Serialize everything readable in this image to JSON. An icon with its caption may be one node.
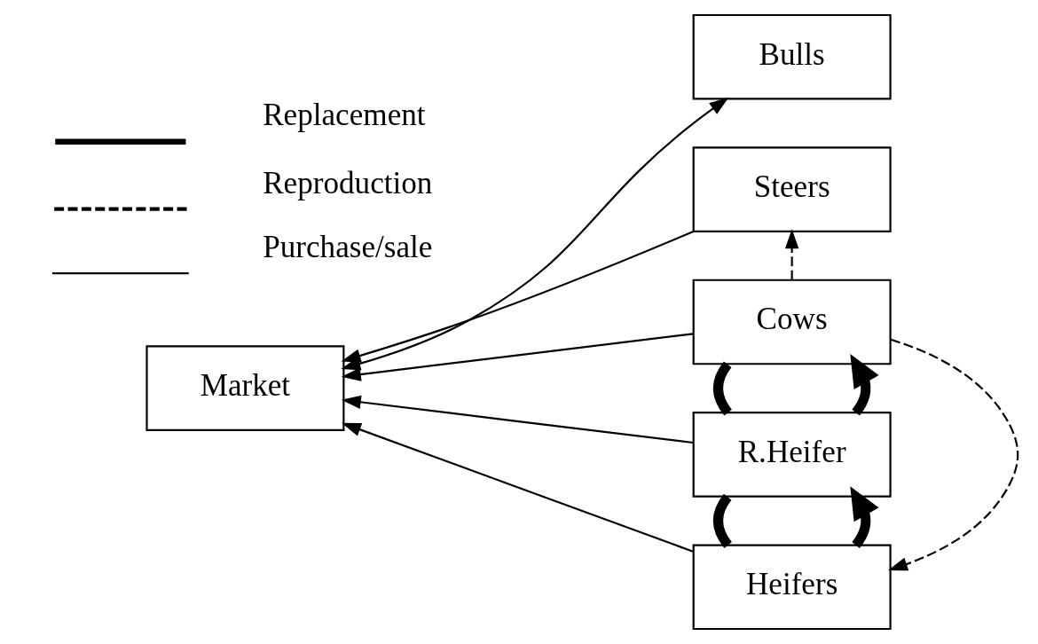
{
  "diagram": {
    "nodes": [
      {
        "text": [
          "Bulls"
        ]
      },
      {
        "text": [
          "Steers"
        ]
      },
      {
        "text": [
          "Market"
        ]
      },
      {
        "text": [
          "Cows"
        ]
      },
      {
        "text": [
          "R.Heifer"
        ]
      },
      {
        "text": [
          "Heifers"
        ]
      }
    ],
    "edges": [
      {
        "from": 2,
        "to": 0,
        "arrow": "both"
      },
      {
        "from": 1,
        "to": 2,
        "arrow": "to"
      },
      {
        "from": 3,
        "to": 2,
        "arrow": "to"
      },
      {
        "from": 4,
        "to": 2,
        "arrow": "to"
      },
      {
        "from": 5,
        "to": 2,
        "arrow": "to"
      },
      {
        "from": 3,
        "to": 1,
        "arrow": "to",
        "style": "dashed"
      },
      {
        "from": 3,
        "to": 4,
        "arrow": "none",
        "style": "thick"
      },
      {
        "from": 4,
        "to": 3,
        "arrow": "to",
        "style": "thick"
      },
      {
        "from": 4,
        "to": 5,
        "arrow": "none",
        "style": "thick"
      },
      {
        "from": 5,
        "to": 4,
        "arrow": "to",
        "style": "thick"
      },
      {
        "from": 3,
        "to": 5,
        "arrow": "to",
        "style": "dashed"
      }
    ],
    "legend": [
      {
        "text": "Replacement"
      },
      {
        "text": "Reproduction"
      },
      {
        "text": "Purchase/sale"
      }
    ]
  }
}
